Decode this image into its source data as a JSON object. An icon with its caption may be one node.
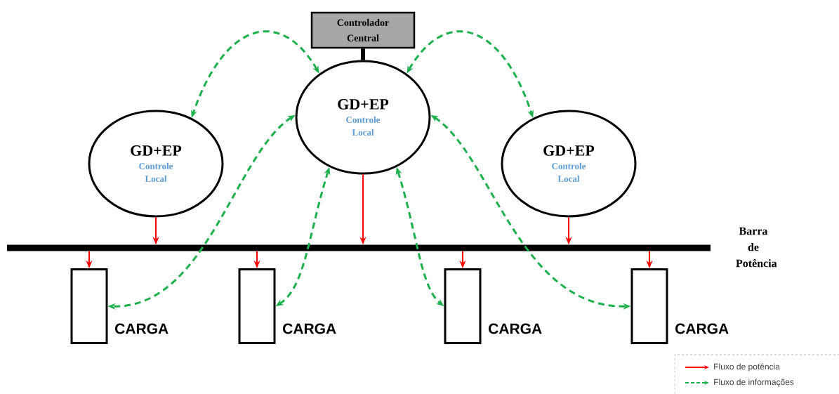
{
  "diagram": {
    "nodes": [
      {
        "text": [
          "Controlador Central"
        ]
      },
      {
        "text": [
          "GD+EP",
          "Controle Local"
        ]
      },
      {
        "text": [
          "GD+EP",
          "Controle Local"
        ]
      },
      {
        "text": [
          "GD+EP",
          "Controle Local"
        ]
      },
      {
        "text": [],
        "shape": "bar",
        "beside": [
          "Barra de Potência"
        ]
      },
      {
        "text": [],
        "shape": "box",
        "beside": [
          "CARGA"
        ]
      },
      {
        "text": [],
        "shape": "box",
        "beside": [
          "CARGA"
        ]
      },
      {
        "text": [],
        "shape": "box",
        "beside": [
          "CARGA"
        ]
      },
      {
        "text": [],
        "shape": "box",
        "beside": [
          "CARGA"
        ]
      }
    ],
    "edges": [
      {
        "from": 0,
        "to": 2,
        "arrow": "none",
        "style": "thick",
        "color": "#000000"
      },
      {
        "from": 2,
        "to": 1,
        "arrow": "both",
        "style": "dashed",
        "color": "#1eb04c"
      },
      {
        "from": 2,
        "to": 3,
        "arrow": "both",
        "style": "dashed",
        "color": "#1eb04c"
      },
      {
        "from": 2,
        "to": 5,
        "arrow": "both",
        "style": "dashed",
        "color": "#1eb04c"
      },
      {
        "from": 2,
        "to": 6,
        "arrow": "both",
        "style": "dashed",
        "color": "#1eb04c"
      },
      {
        "from": 2,
        "to": 7,
        "arrow": "both",
        "style": "dashed",
        "color": "#1eb04c"
      },
      {
        "from": 2,
        "to": 8,
        "arrow": "both",
        "style": "dashed",
        "color": "#1eb04c"
      },
      {
        "from": 1,
        "to": 4,
        "arrow": "to"
      },
      {
        "from": 2,
        "to": 4,
        "arrow": "to"
      },
      {
        "from": 3,
        "to": 4,
        "arrow": "to"
      },
      {
        "from": 4,
        "to": 5,
        "arrow": "to"
      },
      {
        "from": 4,
        "to": 6,
        "arrow": "to"
      },
      {
        "from": 4,
        "to": 7,
        "arrow": "to"
      },
      {
        "from": 4,
        "to": 8,
        "arrow": "to"
      }
    ],
    "legend": [
      {
        "text": "Fluxo de potência"
      },
      {
        "text": "Fluxo de informações"
      }
    ]
  }
}
